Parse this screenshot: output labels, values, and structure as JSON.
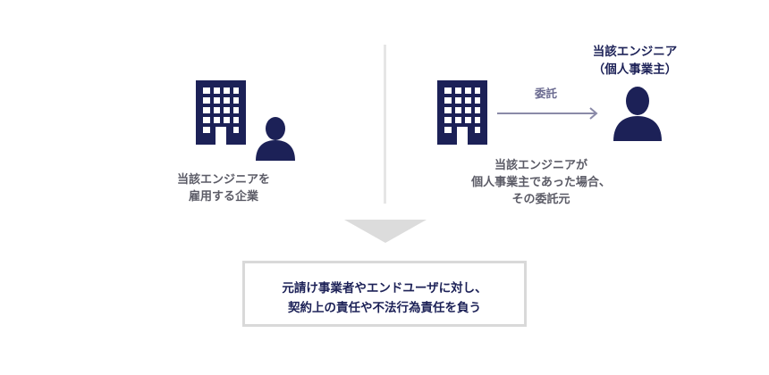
{
  "left": {
    "caption_line1": "当該エンジニアを",
    "caption_line2": "雇用する企業",
    "icons": [
      "building-icon",
      "person-icon"
    ]
  },
  "right": {
    "engineer_title_line1": "当該エンジニア",
    "engineer_title_line2": "（個人事業主）",
    "arrow_label": "委託",
    "caption_line1": "当該エンジニアが",
    "caption_line2": "個人事業主であった場合、",
    "caption_line3": "その委託元",
    "icons": [
      "building-icon",
      "arrow-right-icon",
      "person-icon"
    ]
  },
  "result": {
    "line1": "元請け事業者やエンドユーザに対し、",
    "line2": "契約上の責任や不法行為責任を負う"
  },
  "colors": {
    "navy": "#1c2157",
    "arrow": "#8a8aa8",
    "gray_text": "#5b5b66",
    "triangle": "#dcdcdc",
    "box_border": "#d9d9d9"
  }
}
